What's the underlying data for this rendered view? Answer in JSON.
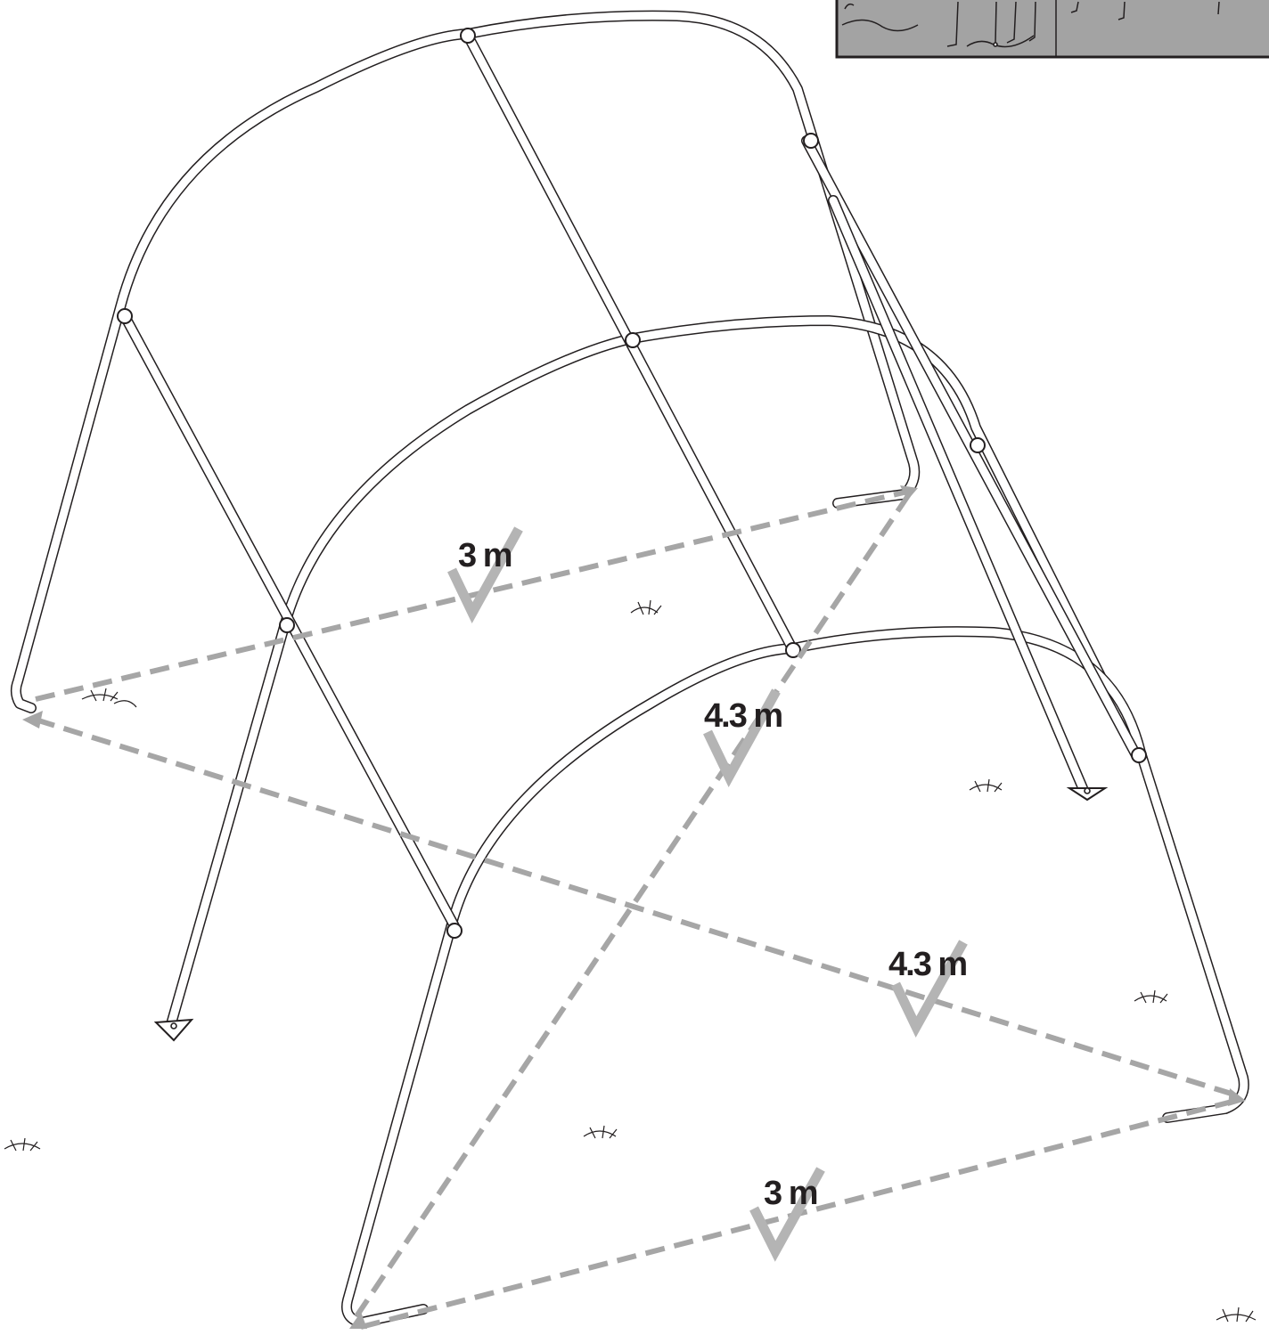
{
  "measurements": {
    "width_back": "3 m",
    "diagonal": "4.3 m",
    "length": "4.3 m",
    "width_front": "3 m"
  },
  "colors": {
    "tube_outline": "#231f20",
    "dimension_line": "#a6a6a6",
    "check_mark": "#b4b4b4",
    "inset_background": "#a3a3a3"
  },
  "icons": [
    "check-mark-icon",
    "grass-tuft-icon",
    "base-plate-icon"
  ]
}
